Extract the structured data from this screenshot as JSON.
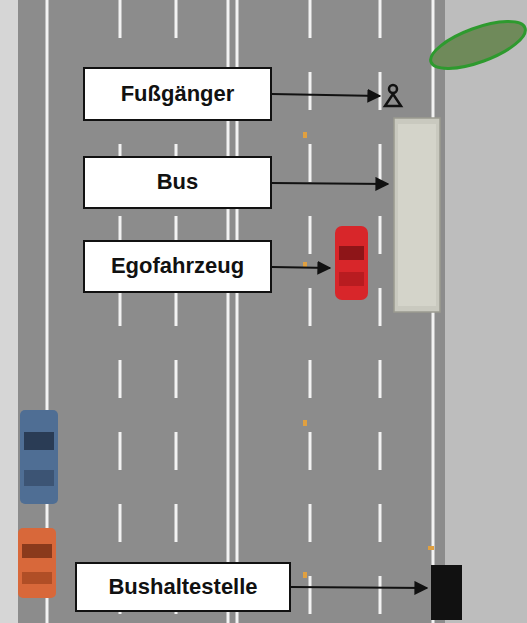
{
  "diagram": {
    "nodes": [
      {
        "text": [
          "Fußgänger"
        ]
      },
      {
        "text": [
          "Bus"
        ]
      },
      {
        "text": [
          "Egofahrzeug"
        ]
      },
      {
        "text": [
          "Bushaltestelle"
        ]
      }
    ]
  }
}
